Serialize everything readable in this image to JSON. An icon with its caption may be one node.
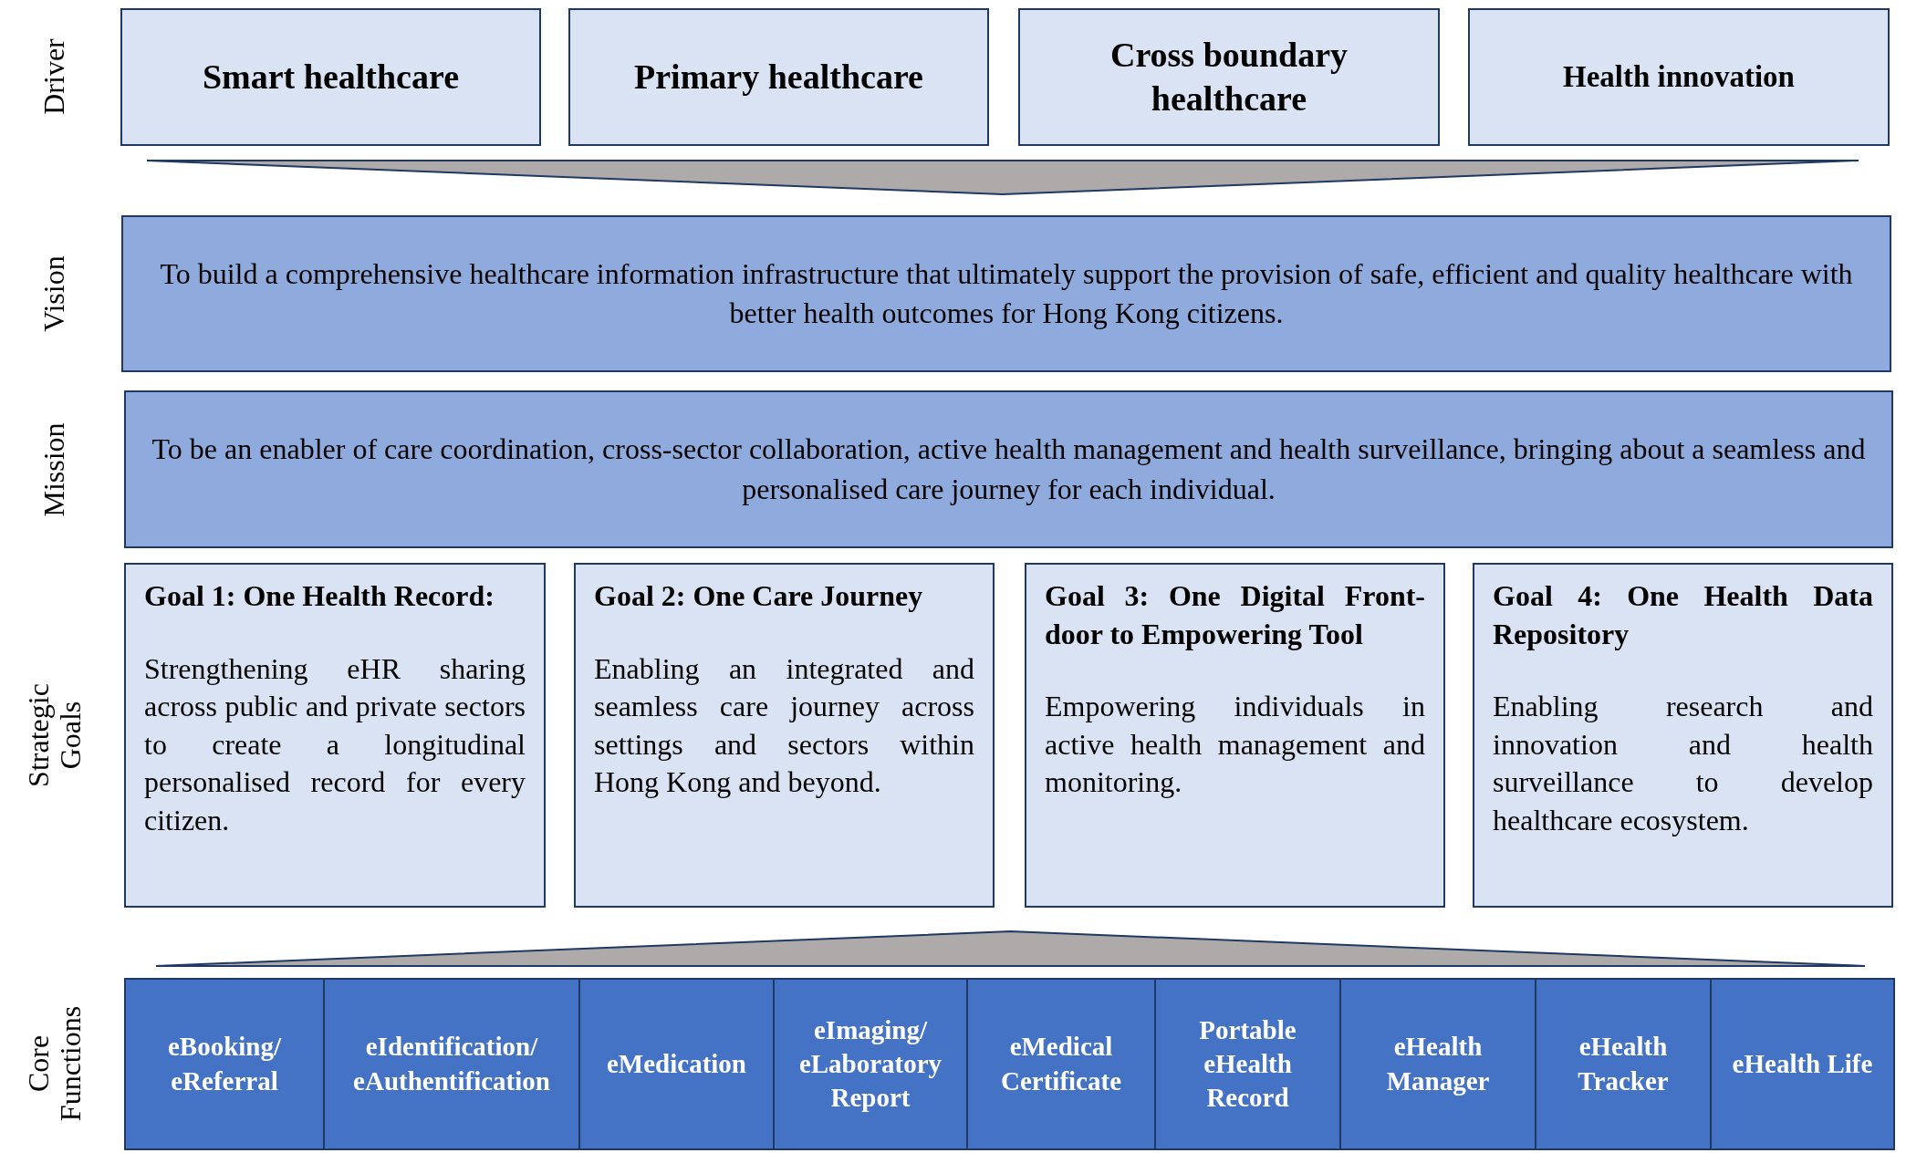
{
  "diagram": {
    "nodes": [
      {
        "text": [
          "Smart healthcare"
        ]
      },
      {
        "text": [
          "Primary healthcare"
        ]
      },
      {
        "text": [
          "Cross boundary healthcare"
        ]
      },
      {
        "text": [
          "Health innovation"
        ]
      },
      {
        "text": [],
        "shape": "triangle"
      },
      {
        "text": [
          "To build a comprehensive healthcare information infrastructure that ultimately support the provision of safe, efficient and quality healthcare with better health outcomes for Hong Kong citizens."
        ]
      },
      {
        "text": [
          "To be an enabler of care coordination, cross-sector collaboration, active health management and health surveillance, bringing about a seamless and personalised care journey for each individual."
        ]
      },
      {
        "text": [
          "Goal 1: One Health Record:",
          "Strengthening eHR sharing across public and private sectors to create a longitudinal personalised record for every citizen."
        ]
      },
      {
        "text": [
          "Goal 2: One Care Journey",
          "Enabling an integrated and seamless care journey across settings and sectors within Hong Kong and beyond."
        ]
      },
      {
        "text": [
          "Goal 3: One Digital Front-door to Empowering Tool",
          "Empowering individuals in active health management and monitoring."
        ]
      },
      {
        "text": [
          "Goal 4: One Health Data Repository",
          "Enabling research and innovation and health surveillance to develop healthcare ecosystem."
        ]
      },
      {
        "text": [],
        "shape": "triangle"
      },
      {
        "text": [
          "eBooking/ eReferral"
        ]
      },
      {
        "text": [
          "eIdentification/ eAuthentification"
        ]
      },
      {
        "text": [
          "eMedication"
        ]
      },
      {
        "text": [
          "eImaging/ eLaboratory Report"
        ]
      },
      {
        "text": [
          "eMedical Certificate"
        ]
      },
      {
        "text": [
          "Portable eHealth Record"
        ]
      },
      {
        "text": [
          "eHealth Manager"
        ]
      },
      {
        "text": [
          "eHealth Tracker"
        ]
      },
      {
        "text": [
          "eHealth Life"
        ]
      }
    ],
    "edges": [],
    "labels": [
      "Driver",
      "Vision",
      "Mission",
      "Strategic Goals",
      "Core Functions"
    ]
  }
}
